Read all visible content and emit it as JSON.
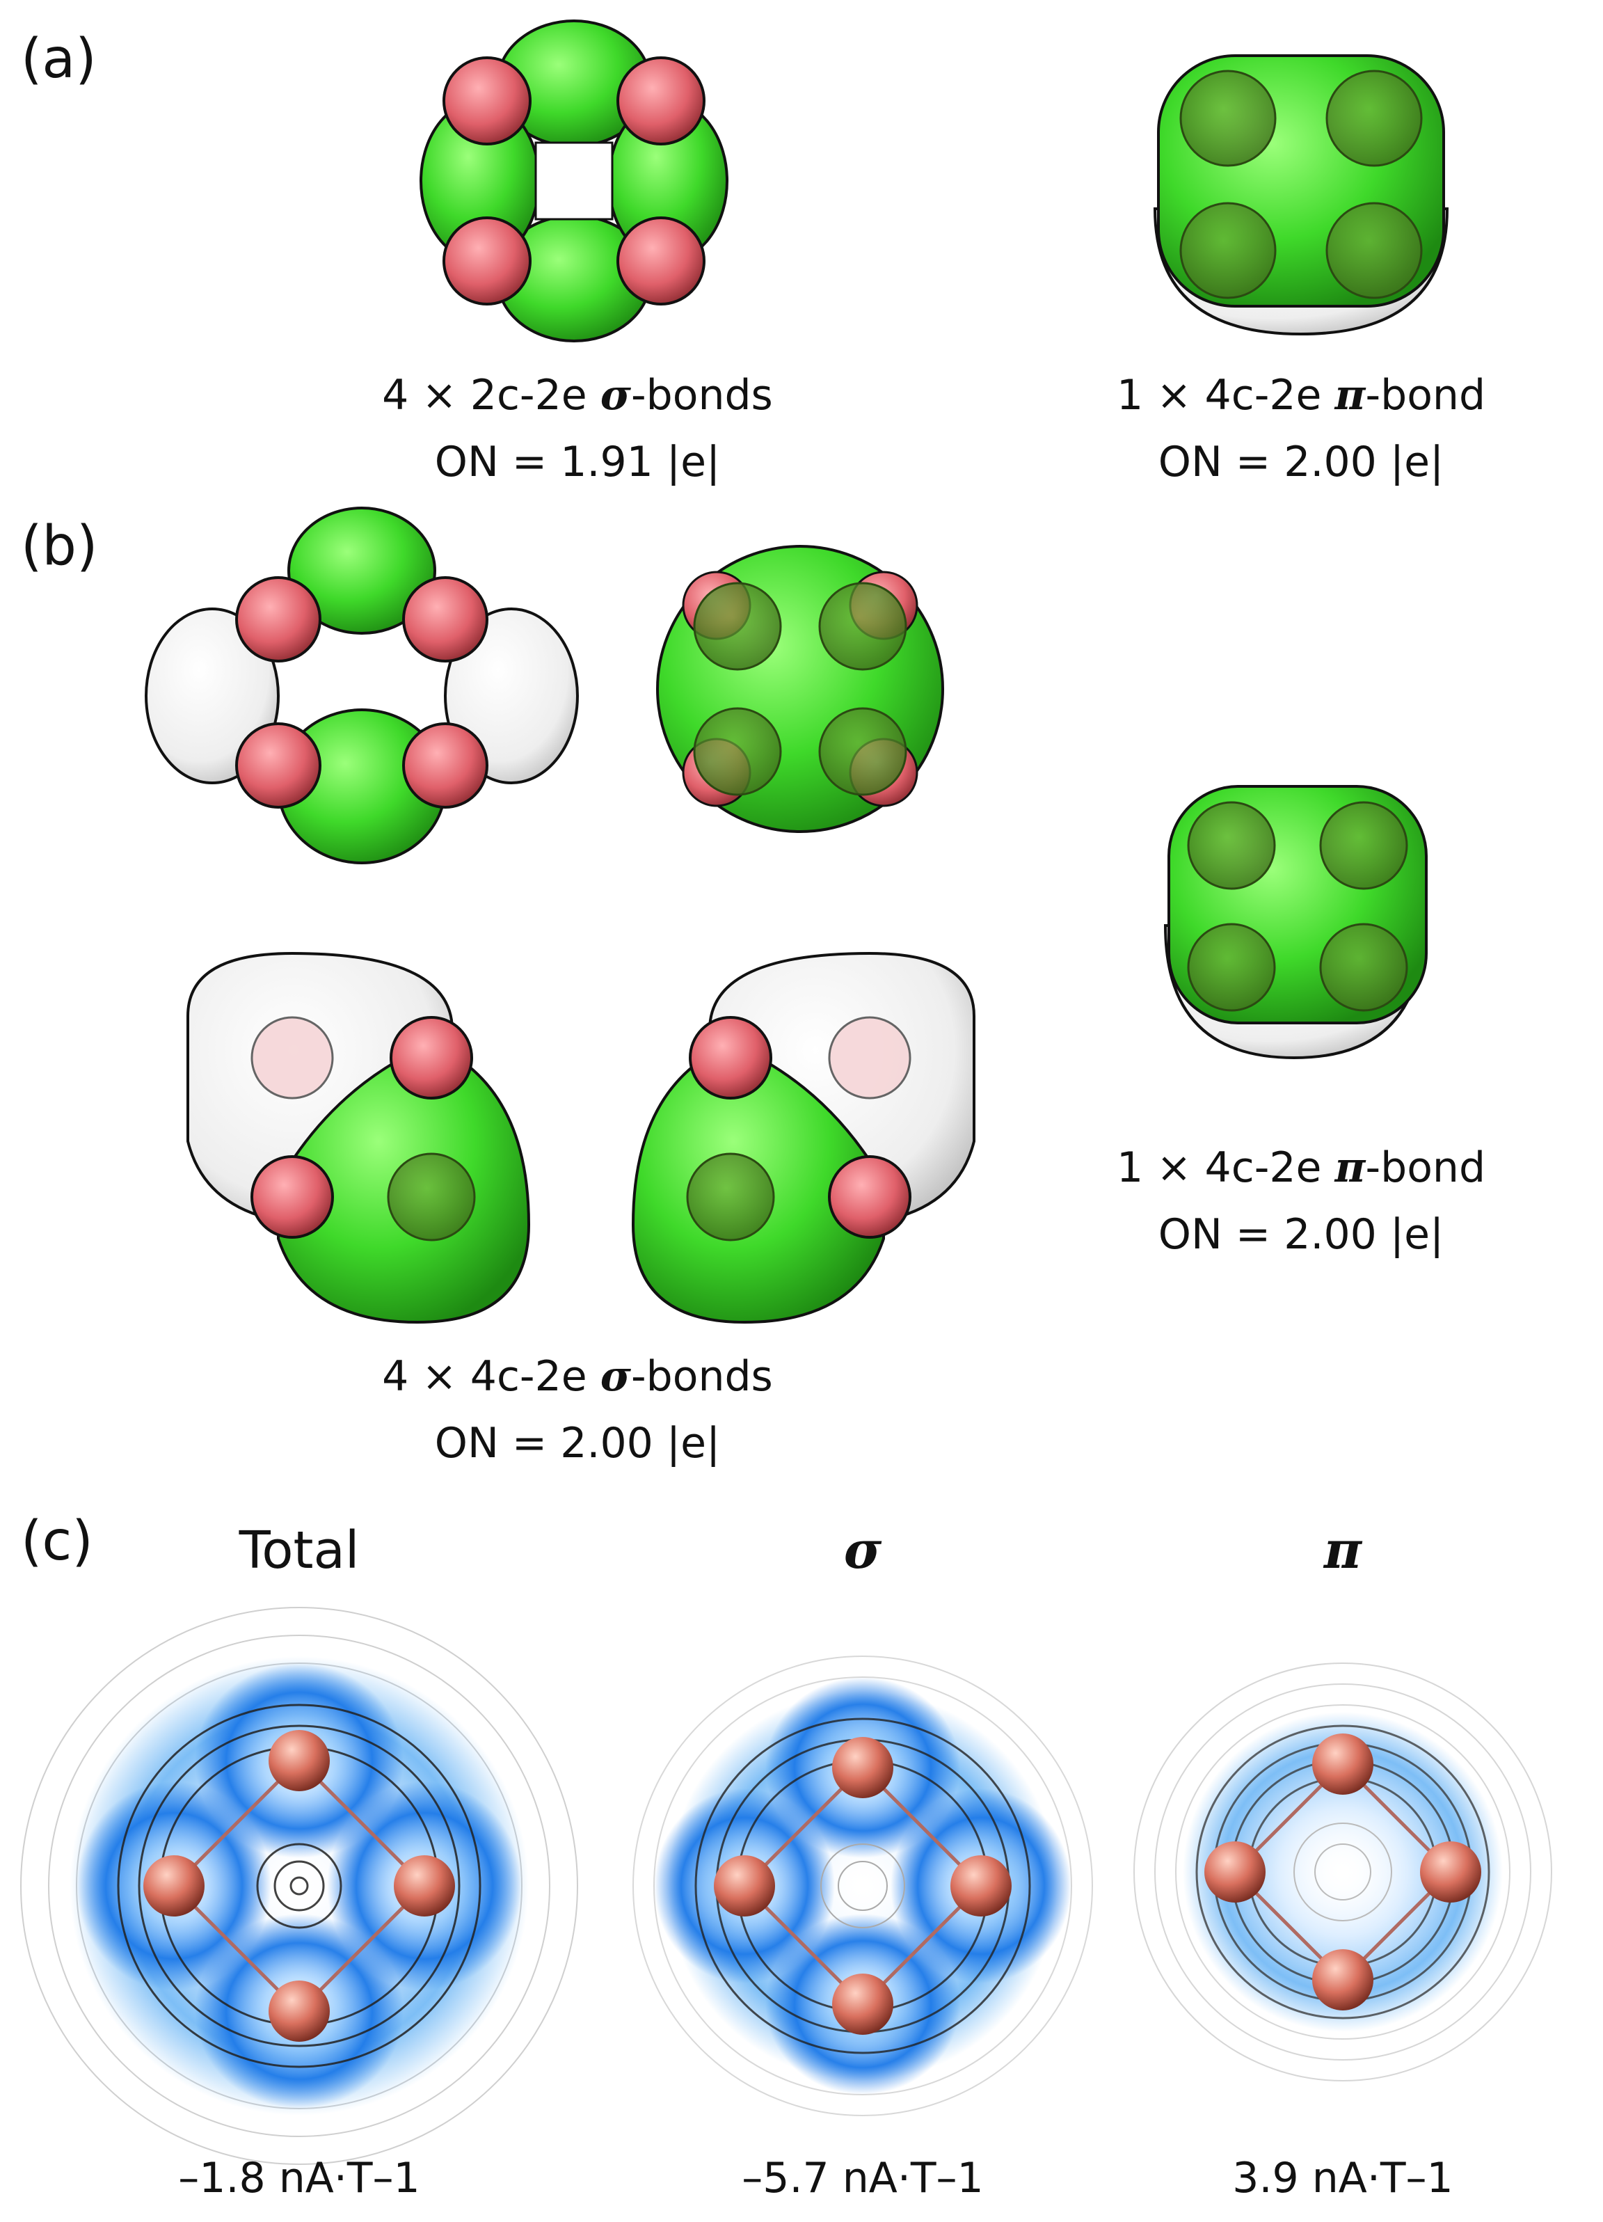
{
  "panels": {
    "a": {
      "label": "(a)",
      "captions": [
        {
          "line1": "4 × 2c-2e ",
          "greek": "σ",
          "suffix": "-bonds",
          "line2": "ON = 1.91 |e|"
        },
        {
          "line1": "1 × 4c-2e ",
          "greek": "π",
          "suffix": "-bond",
          "line2": "ON = 2.00 |e|"
        }
      ]
    },
    "b": {
      "label": "(b)",
      "captions": [
        {
          "line1": "4 × 4c-2e ",
          "greek": "σ",
          "suffix": "-bonds",
          "line2": "ON = 2.00 |e|"
        },
        {
          "line1": "1 × 4c-2e ",
          "greek": "π",
          "suffix": "-bond",
          "line2": "ON = 2.00 |e|"
        }
      ]
    },
    "c": {
      "label": "(c)",
      "columns": [
        {
          "title": "Total",
          "value": "–1.8 nA·T–1"
        },
        {
          "title": "σ",
          "value": "–5.7 nA·T–1"
        },
        {
          "title": "π",
          "value": "3.9 nA·T–1"
        }
      ]
    }
  },
  "colors": {
    "lobe_green": "#3fd92a",
    "lobe_white": "#f2f2f2",
    "atom_red": "#e0606a",
    "current_blue": "#1e7ae8",
    "atom_copper": "#d9705e"
  }
}
